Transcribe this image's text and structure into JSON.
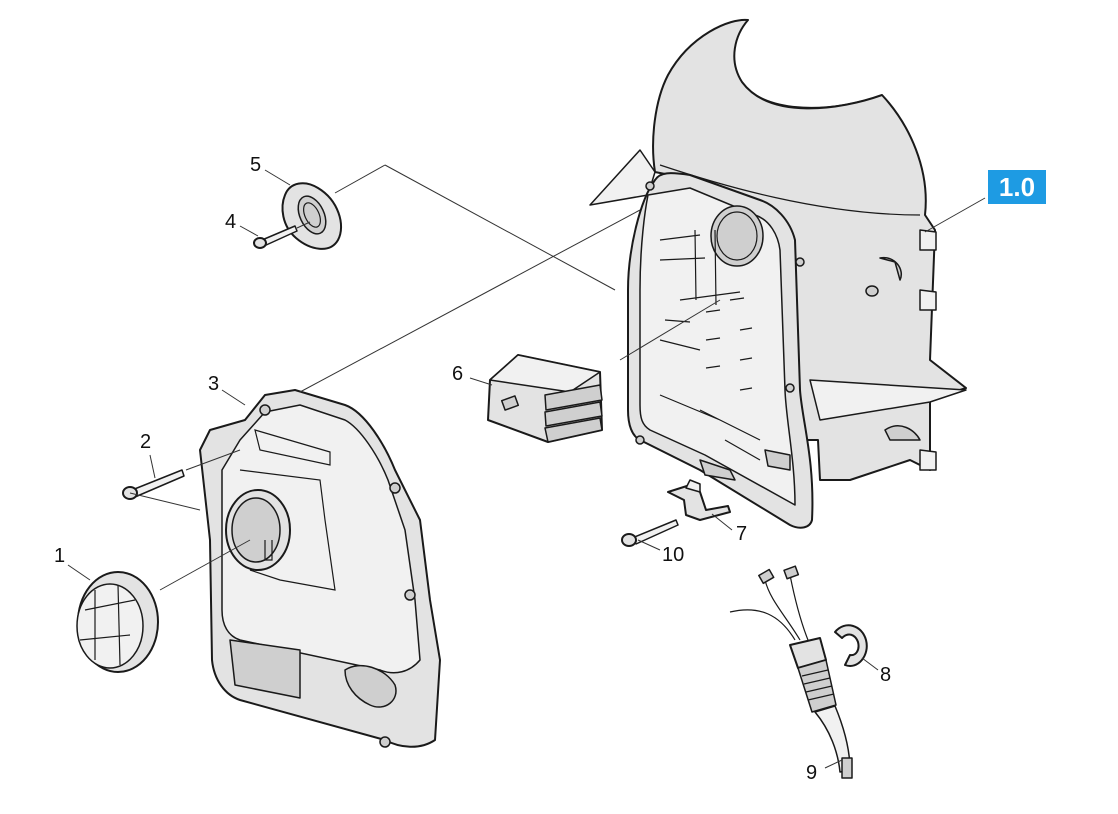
{
  "callouts": {
    "c1": "1",
    "c2": "2",
    "c3": "3",
    "c4": "4",
    "c5": "5",
    "c6": "6",
    "c7": "7",
    "c8": "8",
    "c9": "9",
    "c10": "10"
  },
  "reference_badge": {
    "label": "1.0",
    "color": "#1e9be3"
  }
}
